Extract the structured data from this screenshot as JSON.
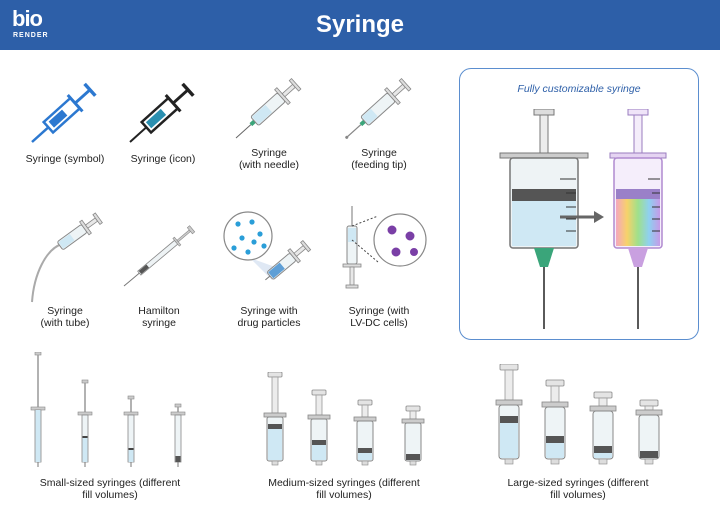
{
  "header": {
    "title": "Syringe",
    "logo_main": "bio",
    "logo_sub": "RENDER"
  },
  "icons": [
    {
      "caption": "Syringe (symbol)"
    },
    {
      "caption": "Syringe (icon)"
    },
    {
      "caption": "Syringe\n(with needle)"
    },
    {
      "caption": "Syringe\n(feeding tip)"
    },
    {
      "caption": "Syringe\n(with tube)"
    },
    {
      "caption": "Hamilton\nsyringe"
    },
    {
      "caption": "Syringe with\ndrug particles"
    },
    {
      "caption": "Syringe (with\nLV-DC cells)"
    }
  ],
  "custom_panel": {
    "title": "Fully customizable syringe"
  },
  "sizes": [
    {
      "caption": "Small-sized syringes (different\nfill volumes)"
    },
    {
      "caption": "Medium-sized syringes (different\nfill volumes)"
    },
    {
      "caption": "Large-sized syringes (different\nfill volumes)"
    }
  ],
  "colors": {
    "header": "#2d5fa8",
    "symbol_blue": "#2c78d0",
    "fill_blue": "#cfe8f4",
    "needle_green": "#3aa57a",
    "purple": "#c9a0e0"
  }
}
